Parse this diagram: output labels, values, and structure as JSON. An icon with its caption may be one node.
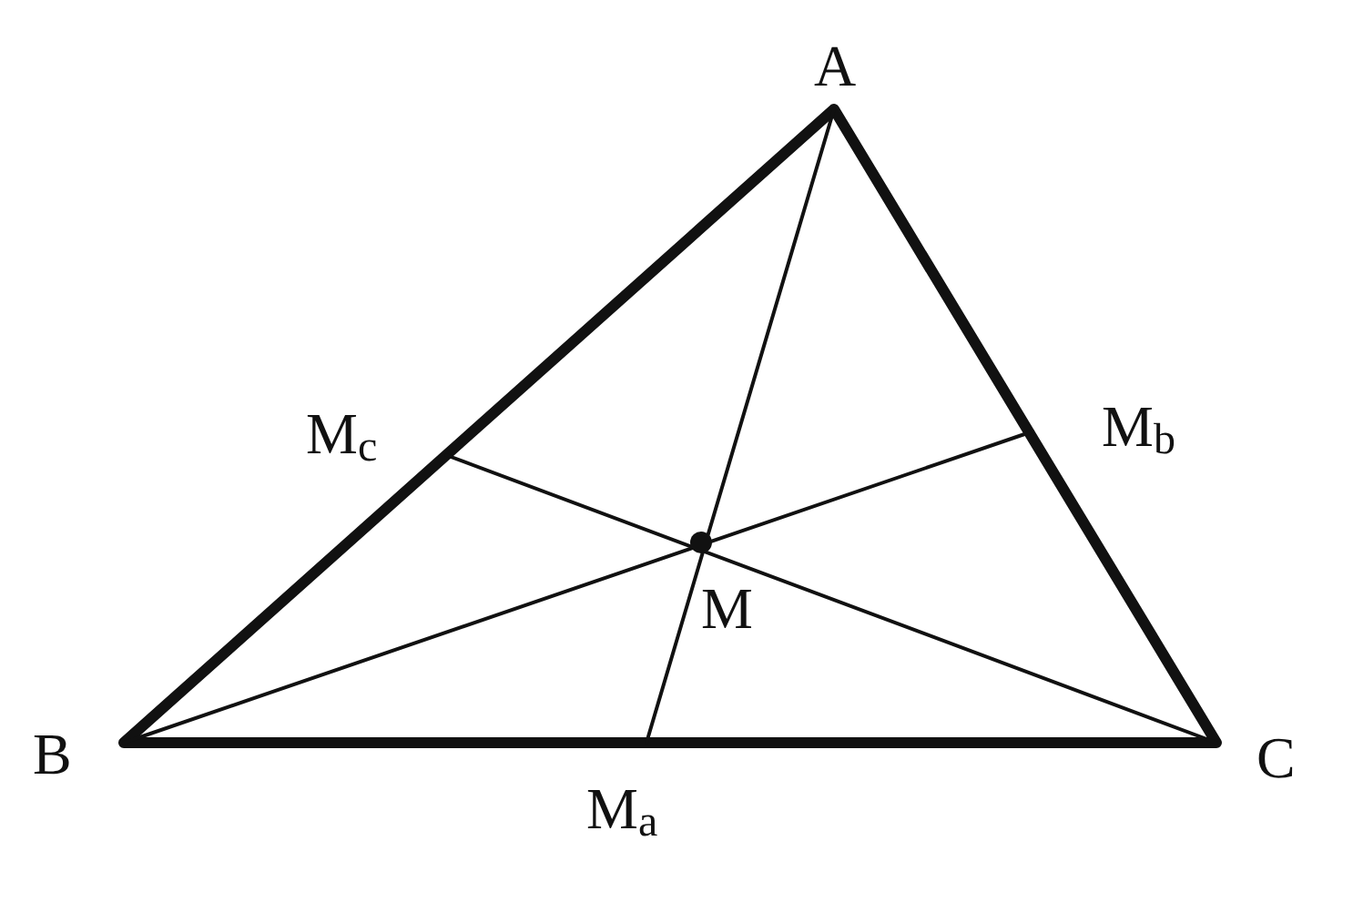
{
  "diagram": {
    "labels": [
      "A",
      "M$_{c}$",
      "M$_{b}$",
      "M",
      "B",
      "C",
      "M$_{a}$"
    ]
  }
}
